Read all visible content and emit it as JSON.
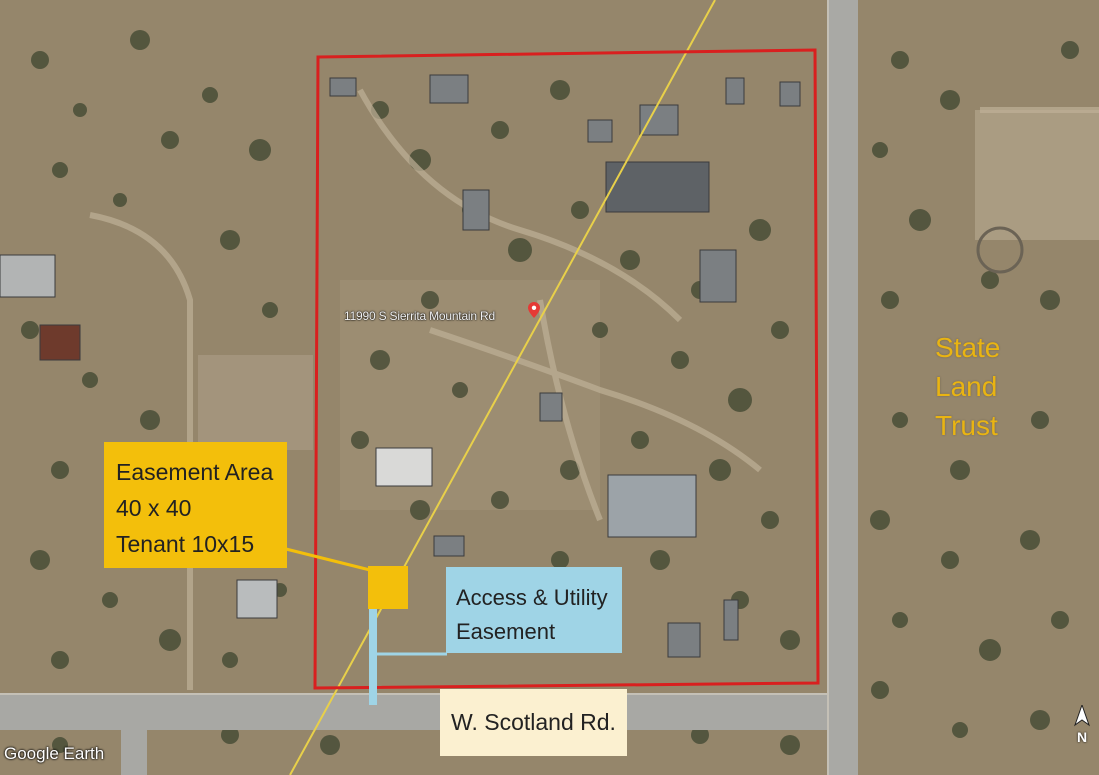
{
  "map": {
    "address": "11990 S Sierrita Mountain Rd",
    "attribution": "Google Earth",
    "compass_letter": "N",
    "labels": {
      "easement_area": [
        "Easement Area",
        "40 x 40",
        "Tenant 10x15"
      ],
      "access_easement": [
        "Access & Utility",
        "Easement"
      ],
      "road": "W. Scotland Rd.",
      "state_land": [
        "State",
        "Land",
        "Trust"
      ]
    },
    "icons": [
      "location-pin-icon",
      "north-arrow-icon"
    ],
    "colors": {
      "parcel_boundary": "#d9201f",
      "easement_area_fill": "#f3bf0b",
      "access_easement_fill": "#9fd4e6",
      "road_label_fill": "#fbf0d0",
      "state_land_text": "#e9b412",
      "utility_line": "#e8d04a"
    }
  }
}
